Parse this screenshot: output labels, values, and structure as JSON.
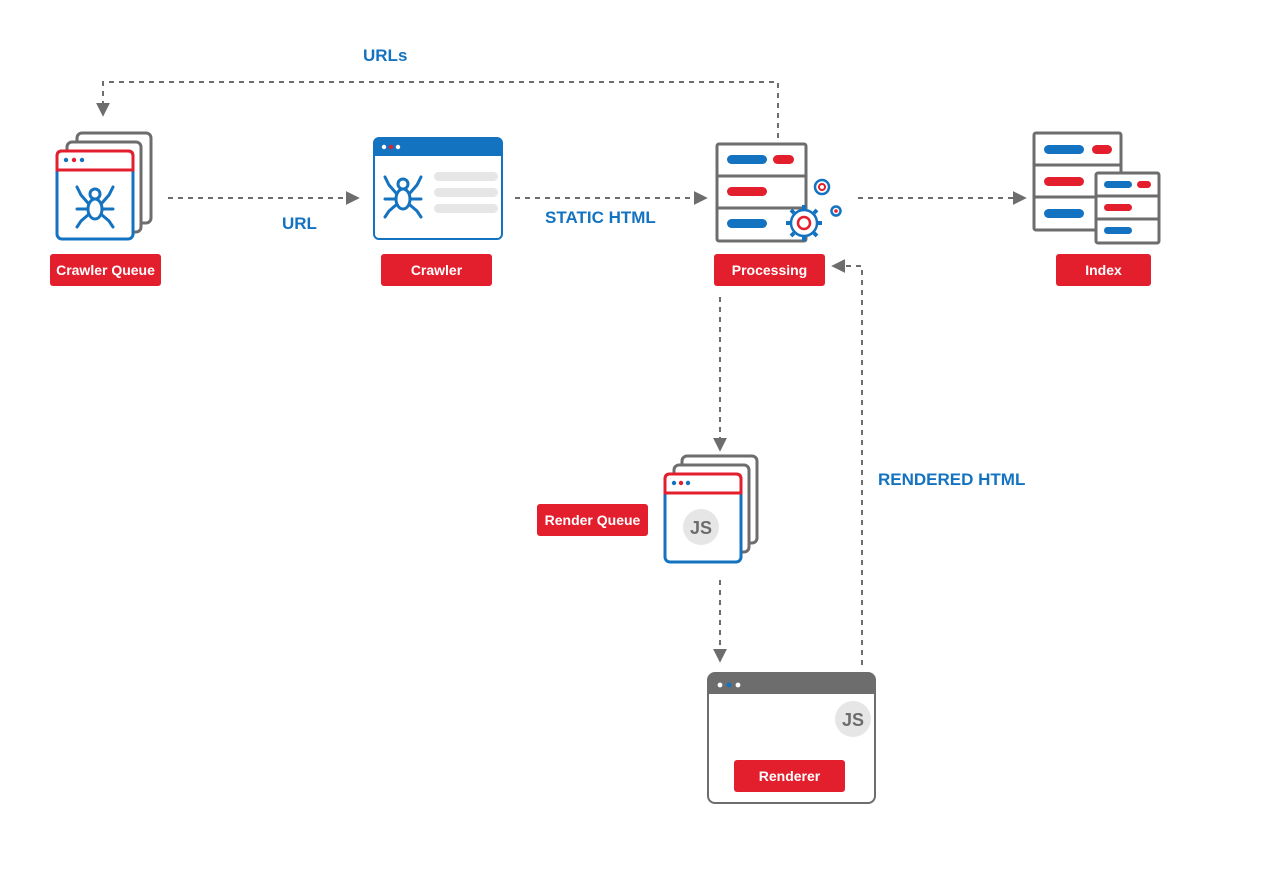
{
  "colors": {
    "label_bg": "#e31e2d",
    "label_text": "#ffffff",
    "edge_text": "#1473c0",
    "line": "#6d6d6d",
    "blue": "#1473c0",
    "red": "#e31e2d",
    "gray": "#6d6d6d",
    "light_gray": "#e6e6e6"
  },
  "nodes": {
    "crawler_queue": {
      "label": "Crawler Queue",
      "icon": "spider-queue-icon"
    },
    "crawler": {
      "label": "Crawler",
      "icon": "spider-browser-icon"
    },
    "processing": {
      "label": "Processing",
      "icon": "server-gears-icon"
    },
    "index": {
      "label": "Index",
      "icon": "database-table-icon"
    },
    "render_queue": {
      "label": "Render Queue",
      "icon": "js-queue-icon",
      "badge": "JS"
    },
    "renderer": {
      "label": "Renderer",
      "icon": "js-browser-icon",
      "badge": "JS"
    }
  },
  "edges": {
    "urls": "URLs",
    "url": "URL",
    "static_html": "STATIC HTML",
    "rendered_html": "RENDERED HTML"
  }
}
